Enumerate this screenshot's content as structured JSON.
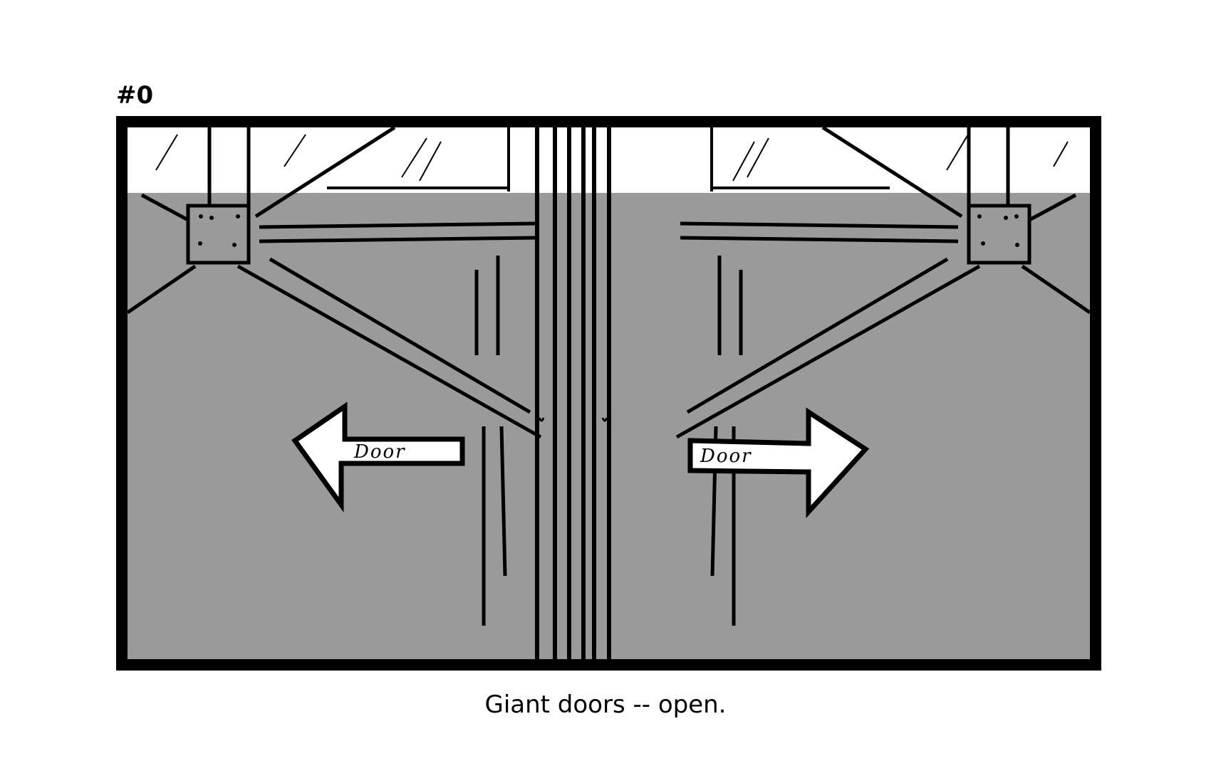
{
  "panel": {
    "number": "#0",
    "caption": "Giant doors -- open."
  },
  "drawing": {
    "left_arrow_text": "Door",
    "right_arrow_text": "Door"
  },
  "colors": {
    "background": "#ffffff",
    "door_gray": "#9a9a9a",
    "ink": "#000000",
    "sky": "#ffffff"
  }
}
